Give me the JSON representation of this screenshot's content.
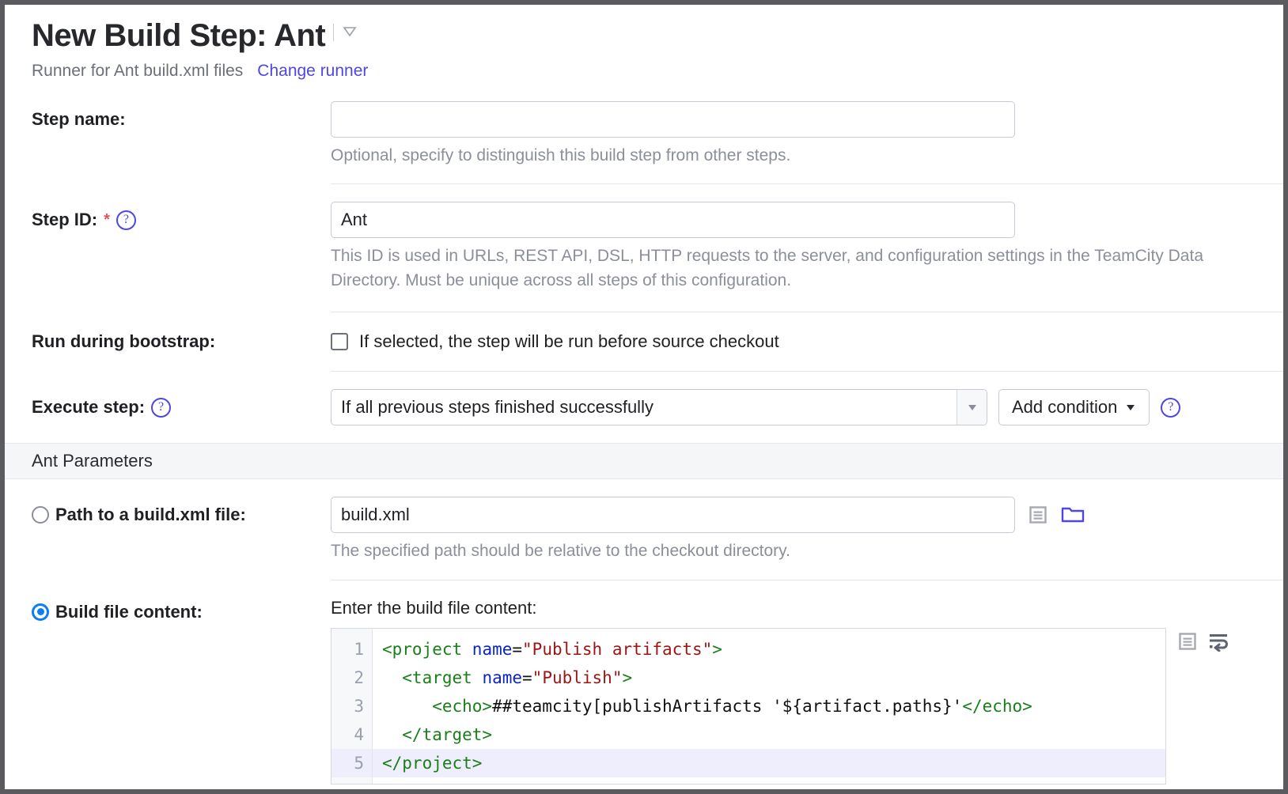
{
  "header": {
    "title": "New Build Step: Ant",
    "caret_icon": "chevron-down-icon",
    "subtitle": "Runner for Ant build.xml files",
    "change_runner_link": "Change runner",
    "link_color": "#4f46e5"
  },
  "fields": {
    "step_name": {
      "label": "Step name:",
      "value": "",
      "placeholder": "",
      "hint": "Optional, specify to distinguish this build step from other steps."
    },
    "step_id": {
      "label": "Step ID:",
      "required_marker": "*",
      "help_icon": "?",
      "value": "Ant",
      "hint": "This ID is used in URLs, REST API, DSL, HTTP requests to the server, and configuration settings in the TeamCity Data Directory. Must be unique across all steps of this configuration."
    },
    "bootstrap": {
      "label": "Run during bootstrap:",
      "checkbox_label": "If selected, the step will be run before source checkout",
      "checked": false
    },
    "execute_step": {
      "label": "Execute step:",
      "help_icon": "?",
      "selected_option": "If all previous steps finished successfully",
      "dropdown_icon": "chevron-down-icon",
      "add_condition_label": "Add condition",
      "add_condition_icon": "chevron-down-icon",
      "trailing_help_icon": "?"
    }
  },
  "ant_parameters": {
    "section_title": "Ant Parameters",
    "path_option": {
      "label": "Path to a build.xml file:",
      "selected": false,
      "value": "build.xml",
      "hint": "The specified path should be relative to the checkout directory.",
      "list_icon": "list-document-icon",
      "folder_icon": "folder-icon",
      "folder_color": "#4f46e5"
    },
    "content_option": {
      "label": "Build file content:",
      "selected": true,
      "editor_label": "Enter the build file content:",
      "accent_color": "#0b7ef4",
      "toolbar_icons": [
        "list-document-icon",
        "word-wrap-icon"
      ],
      "code_lines": [
        {
          "number": "1",
          "highlighted": false,
          "tokens": [
            {
              "t": "tag",
              "s": "<project "
            },
            {
              "t": "attr",
              "s": "name"
            },
            {
              "t": "txt",
              "s": "="
            },
            {
              "t": "val",
              "s": "\"Publish artifacts\""
            },
            {
              "t": "tag",
              "s": ">"
            }
          ]
        },
        {
          "number": "2",
          "highlighted": false,
          "tokens": [
            {
              "t": "tag",
              "s": "  <target "
            },
            {
              "t": "attr",
              "s": "name"
            },
            {
              "t": "txt",
              "s": "="
            },
            {
              "t": "val",
              "s": "\"Publish\""
            },
            {
              "t": "tag",
              "s": ">"
            }
          ]
        },
        {
          "number": "3",
          "highlighted": false,
          "tokens": [
            {
              "t": "tag",
              "s": "     <echo>"
            },
            {
              "t": "txt",
              "s": "##teamcity[publishArtifacts '${artifact.paths}'"
            },
            {
              "t": "tag",
              "s": "</echo>"
            }
          ]
        },
        {
          "number": "4",
          "highlighted": false,
          "tokens": [
            {
              "t": "tag",
              "s": "  </target>"
            }
          ]
        },
        {
          "number": "5",
          "highlighted": true,
          "tokens": [
            {
              "t": "tag",
              "s": "</project>"
            }
          ]
        }
      ]
    }
  }
}
